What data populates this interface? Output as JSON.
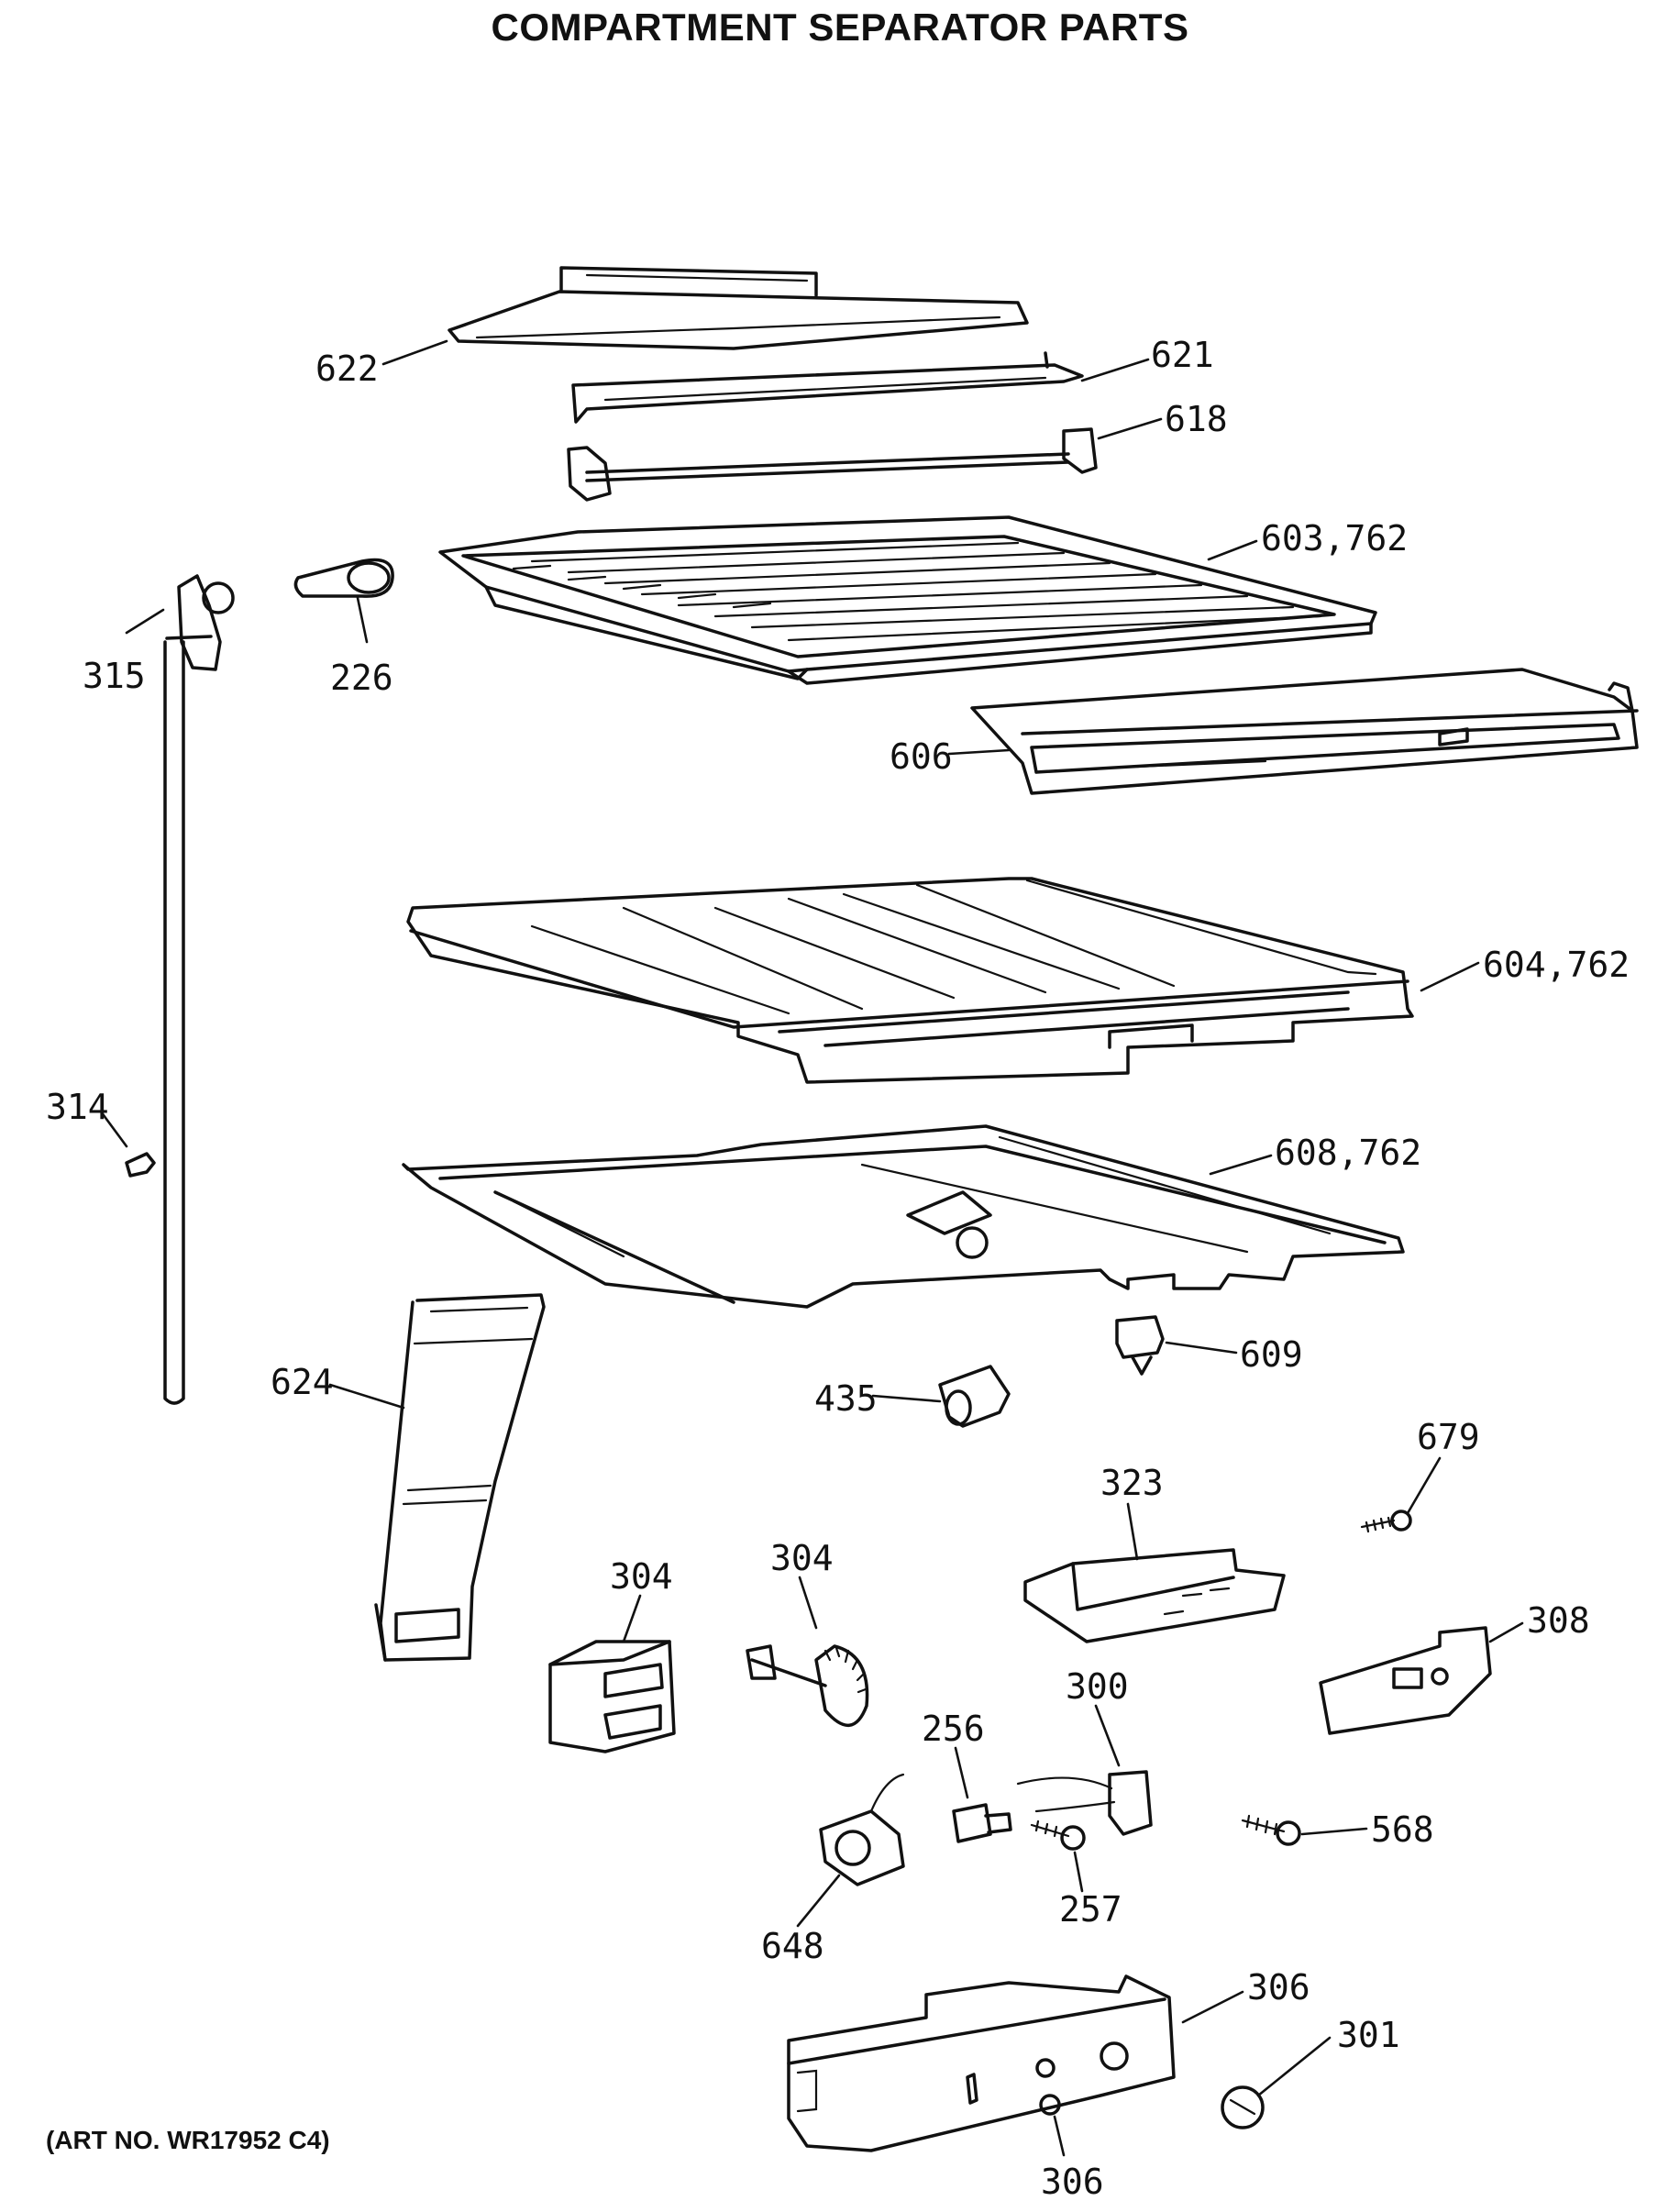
{
  "title": "COMPARTMENT SEPARATOR PARTS",
  "art_number": "(ART NO. WR17952 C4)",
  "callouts": {
    "p622": "622",
    "p621": "621",
    "p618": "618",
    "p603": "603,762",
    "p315": "315",
    "p226": "226",
    "p606": "606",
    "p604": "604,762",
    "p314": "314",
    "p608": "608,762",
    "p624": "624",
    "p609": "609",
    "p435": "435",
    "p679": "679",
    "p323": "323",
    "p304a": "304",
    "p304b": "304",
    "p308": "308",
    "p256": "256",
    "p300": "300",
    "p568": "568",
    "p257": "257",
    "p648": "648",
    "p306a": "306",
    "p301": "301",
    "p306b": "306"
  }
}
